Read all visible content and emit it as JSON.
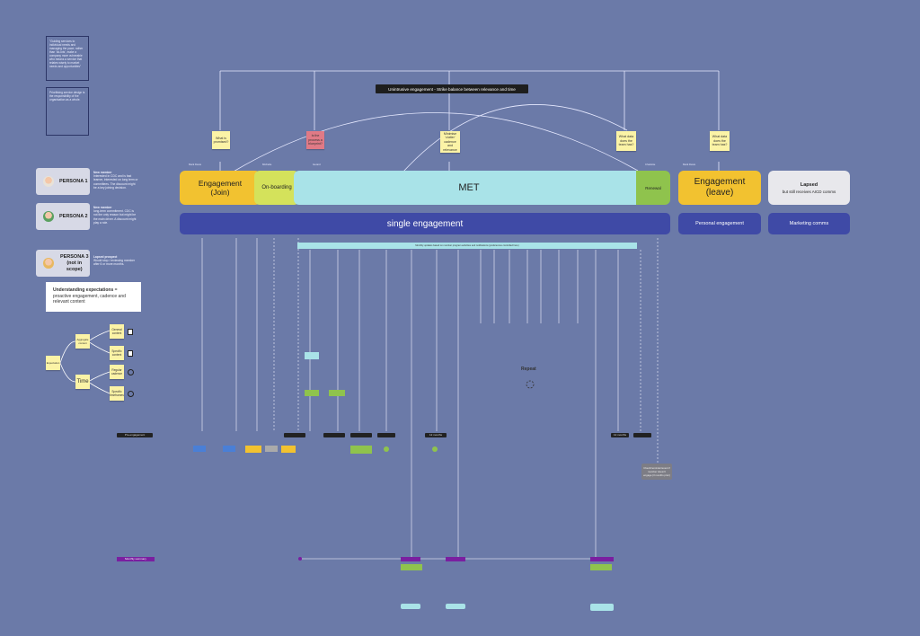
{
  "left_notes": {
    "quote": "\"Guiding services to individual needs and managing the pace; rather than 'do-lots', make a company more vulnerable who means a service that relates wisely to market needs and opportunities\"",
    "note2": "Prioritising service design is the responsibility of the organisation as a whole."
  },
  "banner": "Unintrusive engagement - Strike balance between relevance and time",
  "top_stickies": {
    "s1": "What is promised?",
    "s2": "Is the process a blueprint?",
    "s3": "Minimise 'clutter' cadence and relevance",
    "s4": "What data does the team has?",
    "s5": "What data does the team has?"
  },
  "owners": {
    "o1": "Mark Davis",
    "o2": "Michelle",
    "o3": "Gerard",
    "o4": "Charlotte",
    "o5": "Mark Davis"
  },
  "stages": {
    "engagement_join": "Engagement (Join)",
    "onboarding": "On-boarding",
    "met": "MET",
    "renewal": "Renewal",
    "engagement_leave": "Engagement (leave)",
    "lapsed_title": "Lapsed",
    "lapsed_sub": "but still receives AICD comms"
  },
  "bands": {
    "single": "single engagement",
    "personal": "Personal engagement",
    "marketing": "Marketing comms"
  },
  "timeline_bar": "Monthly updates based on member program activities and notifications (preferences controlled here)",
  "personas": [
    {
      "label": "PERSONA 1",
      "desc_title": "New member",
      "desc": "Interested in CDC and is fast learner, interested on long term or committees. The discount might be a key joining decision."
    },
    {
      "label": "PERSONA 2",
      "desc_title": "New member",
      "desc": "long-term commitment. CDC is not the only reason but might be the main driver. A discount might play a role."
    },
    {
      "label": "PERSONA 3 (not in scope)",
      "desc_title": "Lapsed prospect",
      "desc": "Would stop / reviewing member after 6 or more months."
    }
  ],
  "expectations": {
    "bold": "Understanding expectations",
    "rest": " = proactive engagement, cadence and relevant content"
  },
  "mindmap": {
    "root": "Expectation",
    "n1": "Aggregate content",
    "n2": "Time",
    "l1": "General content",
    "l2": "Specific content",
    "l3": "Regular cadence",
    "l4": "Specific timeframes"
  },
  "repeat": "Repeat",
  "bottom_labels": {
    "b1": "Pre-engagement",
    "b2": "Monthly summary",
    "b3": "12 months",
    "b4": "12 months"
  },
  "grey_card": "Check/reminder/event if member doesn't engage (3 months prior)",
  "colors": {
    "background": "#6b7aa8",
    "engagement": "#f2c230",
    "onboarding": "#d4e25b",
    "met": "#a9e3e8",
    "renewal": "#8fc34d",
    "band": "#3f4aa6",
    "sticky": "#fbf3a6"
  }
}
